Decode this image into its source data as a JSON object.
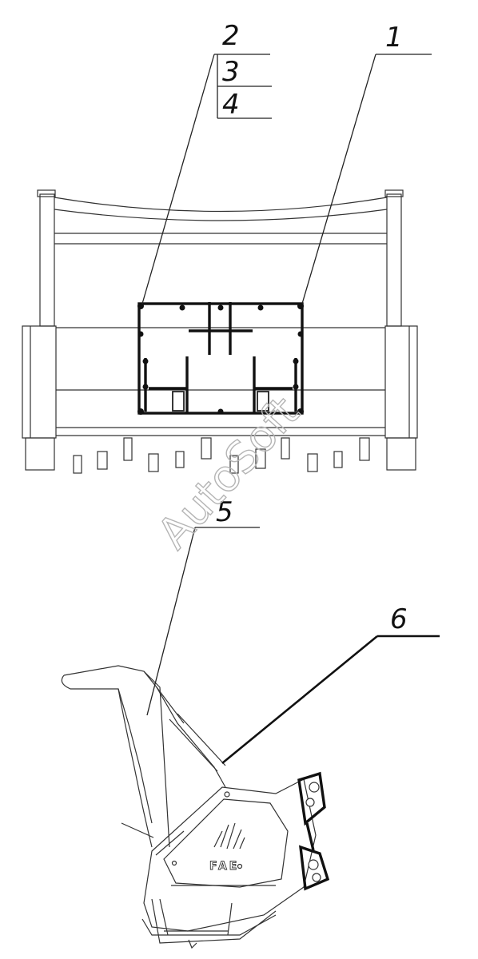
{
  "callouts": {
    "c1": "1",
    "c2": "2",
    "c3": "3",
    "c4": "4",
    "c5": "5",
    "c6": "6"
  },
  "watermark": {
    "text": "AutoSoft"
  },
  "logo": {
    "text": "FAE"
  },
  "colors": {
    "ink": "#111111",
    "watermark": "#b5b5b5",
    "background": "#ffffff"
  }
}
